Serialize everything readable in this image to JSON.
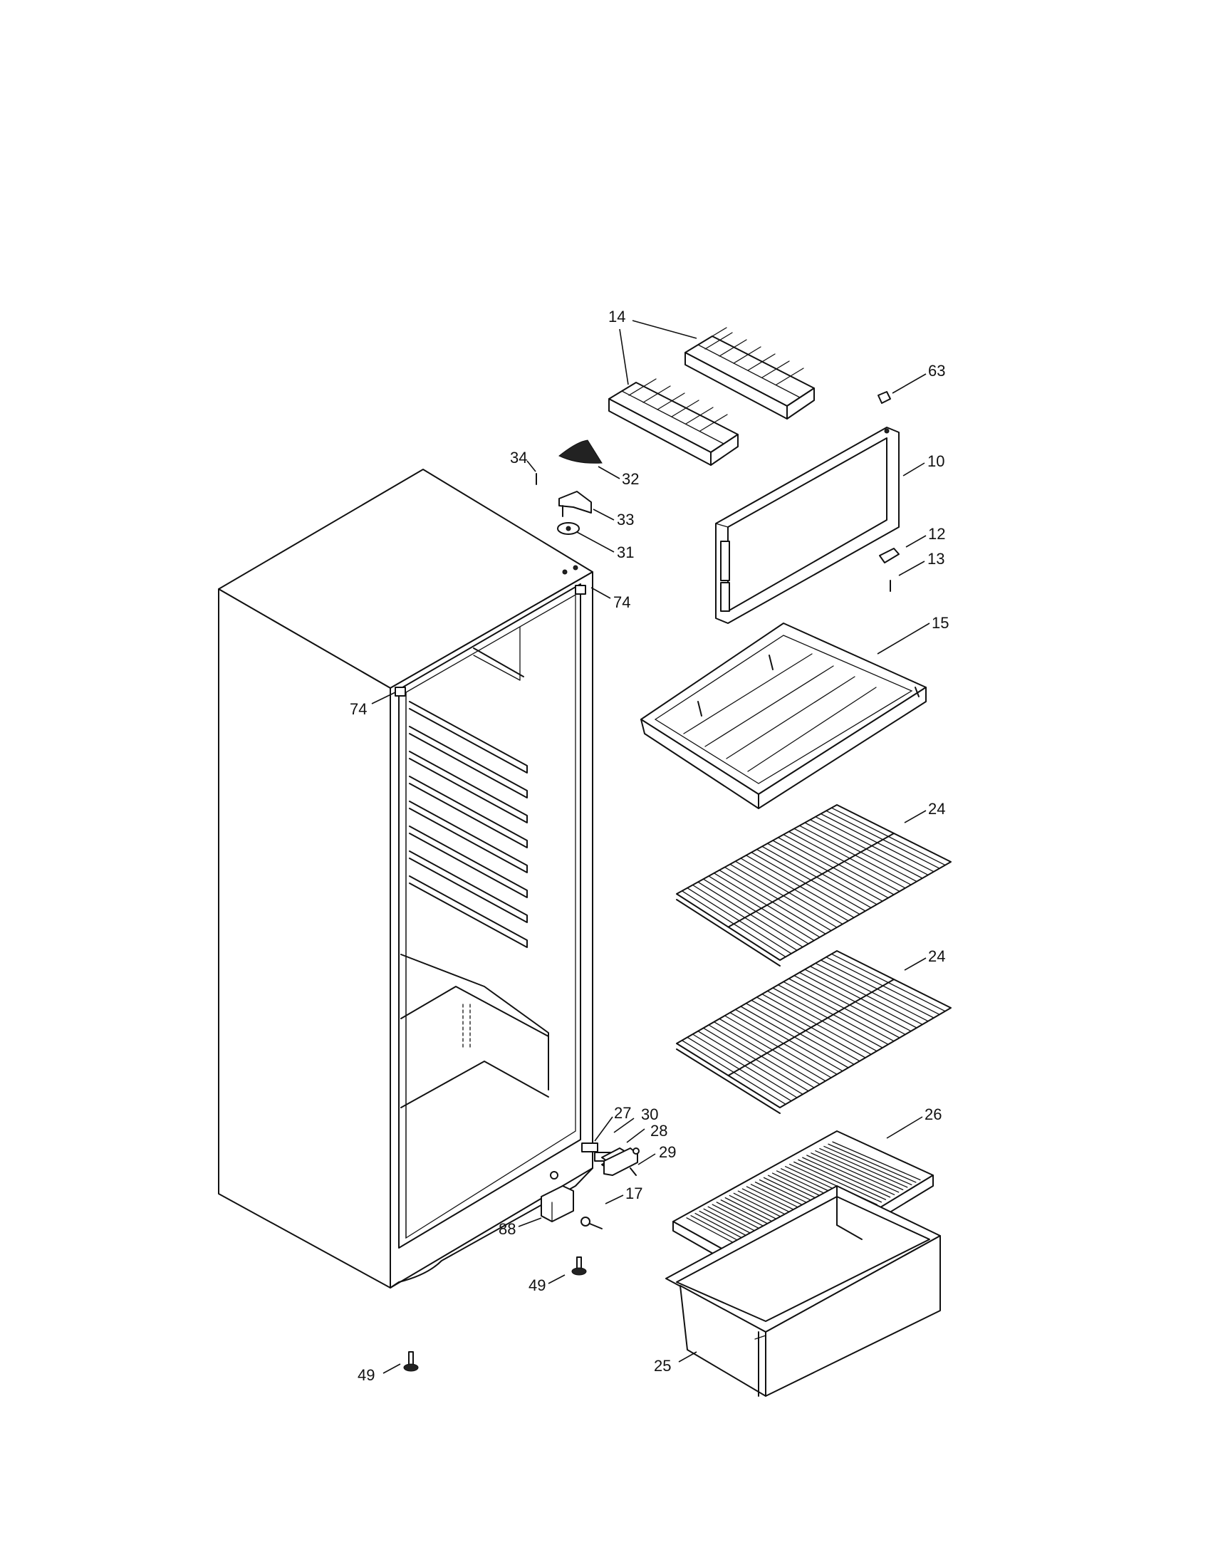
{
  "diagram": {
    "callouts": {
      "c14": "14",
      "c63": "63",
      "c10": "10",
      "c34": "34",
      "c32": "32",
      "c33": "33",
      "c31": "31",
      "c12": "12",
      "c13": "13",
      "c74a": "74",
      "c74b": "74",
      "c15": "15",
      "c24a": "24",
      "c24b": "24",
      "c27": "27",
      "c30": "30",
      "c28": "28",
      "c29": "29",
      "c26": "26",
      "c17": "17",
      "c88": "88",
      "c49a": "49",
      "c49b": "49",
      "c25": "25"
    }
  }
}
